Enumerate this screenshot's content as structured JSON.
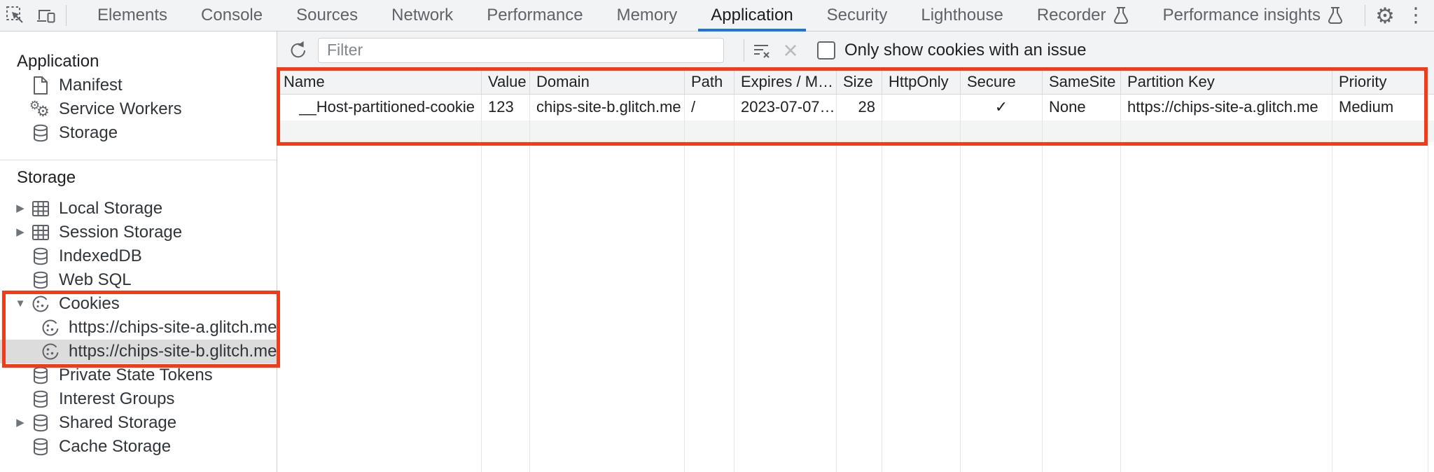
{
  "tabs": {
    "items": [
      {
        "label": "Elements"
      },
      {
        "label": "Console"
      },
      {
        "label": "Sources"
      },
      {
        "label": "Network"
      },
      {
        "label": "Performance"
      },
      {
        "label": "Memory"
      },
      {
        "label": "Application",
        "active": true
      },
      {
        "label": "Security"
      },
      {
        "label": "Lighthouse"
      },
      {
        "label": "Recorder",
        "experiment": true
      },
      {
        "label": "Performance insights",
        "experiment": true
      }
    ],
    "active": "Application"
  },
  "toolbar": {
    "filter_placeholder": "Filter",
    "only_issue_label": "Only show cookies with an issue"
  },
  "sidebar": {
    "sections": [
      {
        "title": "Application",
        "items": [
          {
            "label": "Manifest",
            "icon": "manifest-file-icon"
          },
          {
            "label": "Service Workers",
            "icon": "service-workers-icon"
          },
          {
            "label": "Storage",
            "icon": "database-icon"
          }
        ]
      },
      {
        "title": "Storage",
        "items": [
          {
            "label": "Local Storage",
            "icon": "grid-icon",
            "expandable": true
          },
          {
            "label": "Session Storage",
            "icon": "grid-icon",
            "expandable": true
          },
          {
            "label": "IndexedDB",
            "icon": "database-icon"
          },
          {
            "label": "Web SQL",
            "icon": "database-icon"
          },
          {
            "label": "Cookies",
            "icon": "cookie-icon",
            "expanded": true
          },
          {
            "label": "https://chips-site-a.glitch.me",
            "icon": "cookie-icon",
            "child": true
          },
          {
            "label": "https://chips-site-b.glitch.me",
            "icon": "cookie-icon",
            "child": true,
            "selected": true
          },
          {
            "label": "Private State Tokens",
            "icon": "database-icon"
          },
          {
            "label": "Interest Groups",
            "icon": "database-icon"
          },
          {
            "label": "Shared Storage",
            "icon": "database-icon",
            "expandable": true
          },
          {
            "label": "Cache Storage",
            "icon": "database-icon"
          }
        ]
      }
    ]
  },
  "cookies_table": {
    "columns": [
      "Name",
      "Value",
      "Domain",
      "Path",
      "Expires / M…",
      "Size",
      "HttpOnly",
      "Secure",
      "SameSite",
      "Partition Key",
      "Priority"
    ],
    "rows": [
      {
        "name": "__Host-partitioned-cookie",
        "value": "123",
        "domain": "chips-site-b.glitch.me",
        "path": "/",
        "expires": "2023-07-07…",
        "size": "28",
        "http_only": "",
        "secure": "✓",
        "same_site": "None",
        "partition_key": "https://chips-site-a.glitch.me",
        "priority": "Medium"
      }
    ]
  },
  "icons": {
    "settings": "⚙",
    "more": "⋮",
    "close": "×",
    "clear_disabled": "×",
    "expand_collapsed": "▶",
    "expand_expanded": "▼"
  },
  "colors": {
    "accent_blue": "#1a73e8",
    "highlight_red": "#f43a17",
    "selected_gray": "#dcdcdc",
    "toolbar_bg": "#f1f3f4"
  }
}
